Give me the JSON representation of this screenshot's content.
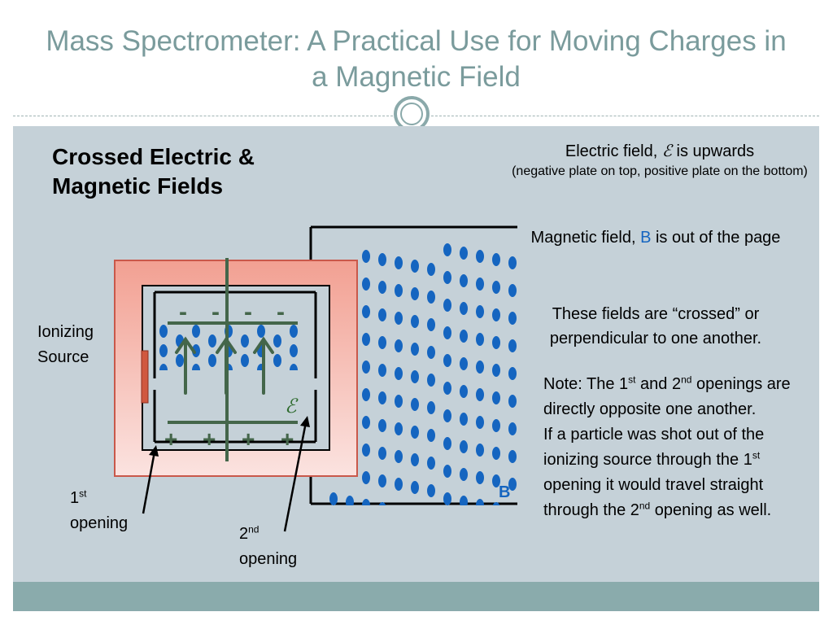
{
  "title": "Mass Spectrometer: A Practical Use for Moving Charges in a Magnetic Field",
  "heading": "Crossed Electric & Magnetic Fields",
  "electric_field": {
    "label": "Electric field",
    "sep": ",",
    "symbol": "ℰ",
    "direction": "is upwards",
    "detail": "(negative plate on top, positive plate on the bottom)"
  },
  "magnetic_field": {
    "label": "Magnetic field,",
    "symbol": "B",
    "direction": "is out of the page"
  },
  "crossed_text": "These fields are “crossed” or perpendicular to one another.",
  "note": {
    "p1_a": "Note:  The 1",
    "p1_sup1": "st",
    "p1_b": " and 2",
    "p1_sup2": "nd",
    "p1_c": " openings are directly opposite one another.",
    "p2_a": "If a particle was shot out of the ionizing source through the 1",
    "p2_sup1": "st",
    "p2_b": " opening it would travel straight through the 2",
    "p2_sup2": "nd",
    "p2_c": " opening as well."
  },
  "labels": {
    "ionizing_line1": "Ionizing",
    "ionizing_line2": "Source",
    "opening1_num": "1",
    "opening1_sup": "st",
    "opening1_word": "opening",
    "opening2_num": "2",
    "opening2_sup": "nd",
    "opening2_word": "opening",
    "epsilon": "ℰ",
    "b_field": "B",
    "minus": "-",
    "plus": "+"
  },
  "colors": {
    "title": "#7a9b9c",
    "content_bg": "#c5d1d8",
    "footer_bar": "#8aabac",
    "field_dots": "#1565c0",
    "plates_arrows": "#44664a",
    "chamber_outer": "#f3a99c",
    "chamber_border": "#c9584a",
    "source": "#d0583f"
  }
}
